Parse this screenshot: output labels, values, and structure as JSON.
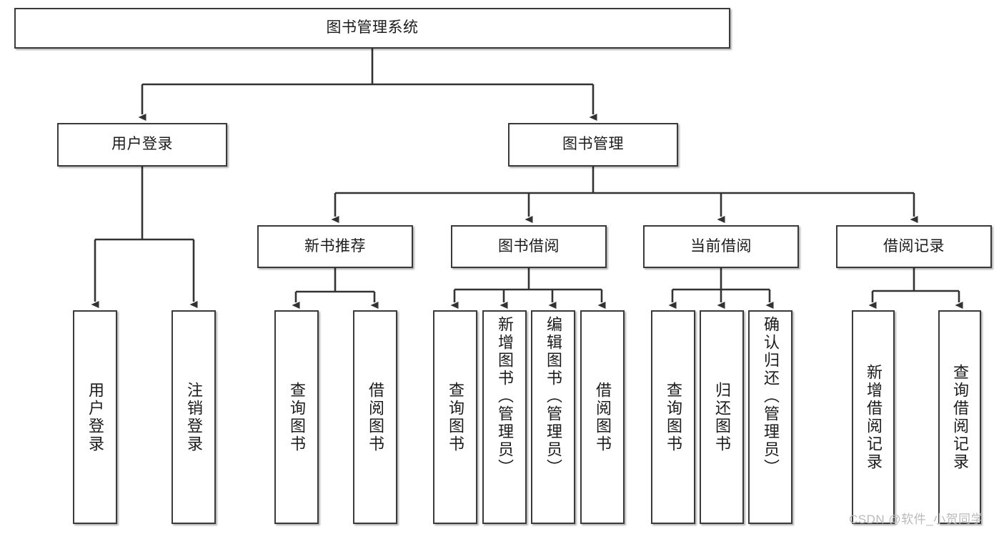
{
  "diagram": {
    "title": "图书管理系统",
    "type": "hierarchy-tree",
    "root": {
      "label": "图书管理系统"
    },
    "level2": [
      {
        "label": "用户登录"
      },
      {
        "label": "图书管理"
      }
    ],
    "level3": [
      {
        "label": "新书推荐"
      },
      {
        "label": "图书借阅"
      },
      {
        "label": "当前借阅"
      },
      {
        "label": "借阅记录"
      }
    ],
    "leaves": {
      "user_login": [
        {
          "label": "用户登录"
        },
        {
          "label": "注销登录"
        }
      ],
      "new_book_recommend": [
        {
          "label": "查询图书"
        },
        {
          "label": "借阅图书"
        }
      ],
      "book_borrow": [
        {
          "label": "查询图书"
        },
        {
          "label": "新增图书（管理员）"
        },
        {
          "label": "编辑图书（管理员）"
        },
        {
          "label": "借阅图书"
        }
      ],
      "current_borrow": [
        {
          "label": "查询图书"
        },
        {
          "label": "归还图书"
        },
        {
          "label": "确认归还（管理员）"
        }
      ],
      "borrow_record": [
        {
          "label": "新增借阅记录"
        },
        {
          "label": "查询借阅记录"
        }
      ]
    }
  },
  "watermark": {
    "text": "CSDN @软件_小贺同学"
  },
  "colors": {
    "background": "#ffffff",
    "border": "#3a3a3a",
    "text": "#1b1b1b",
    "connector": "#333333",
    "watermark": "#b9b9b9"
  }
}
